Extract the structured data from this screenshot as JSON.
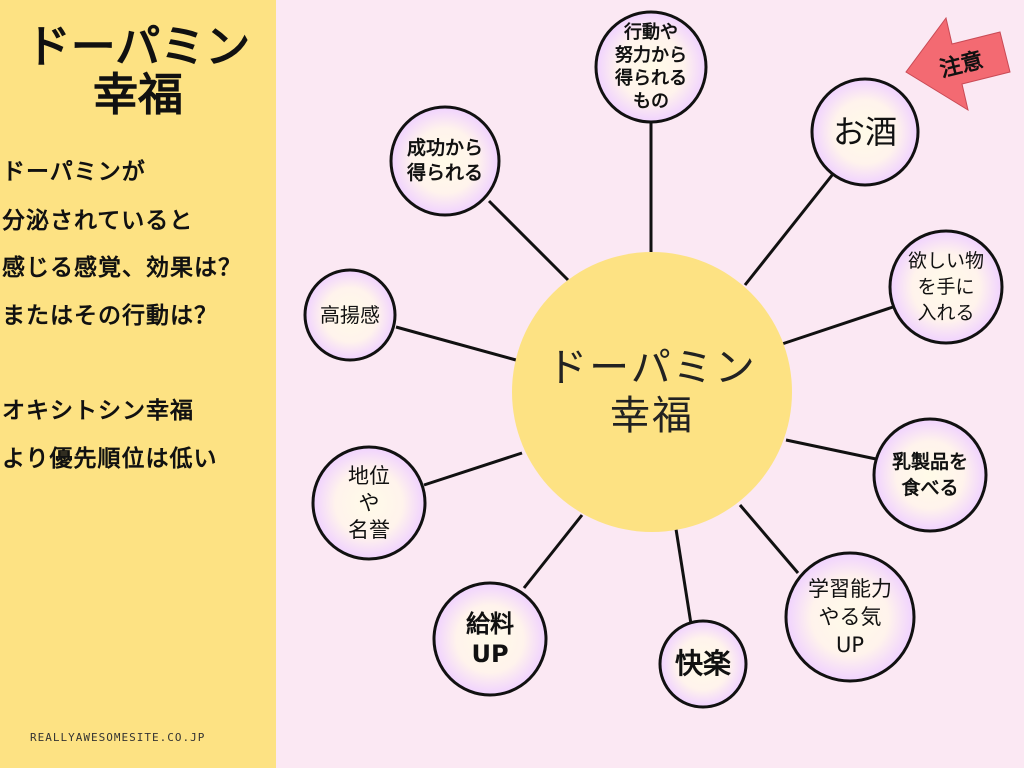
{
  "sidebar": {
    "title_line1": "ドーパミン",
    "title_line2": "幸福",
    "body_lines": [
      "ドーパミンが",
      "分泌されていると",
      "感じる感覚、効果は？",
      "またはその行動は？",
      "",
      "オキシトシン幸福",
      "より優先順位は低い"
    ],
    "footer": "REALLYAWESOMESITE.CO.JP"
  },
  "diagram": {
    "center_label": "ドーパミン\n幸福",
    "caution_label": "注意",
    "nodes": [
      {
        "name": "node-effort-results",
        "label": "行動や\n努力から\n得られる\nもの"
      },
      {
        "name": "node-alcohol",
        "label": "お酒"
      },
      {
        "name": "node-acquire-wanted",
        "label": "欲しい物\nを手に\n入れる"
      },
      {
        "name": "node-dairy",
        "label": "乳製品を\n食べる"
      },
      {
        "name": "node-learning-motivation",
        "label": "学習能力\nやる気\nUP"
      },
      {
        "name": "node-pleasure",
        "label": "快楽"
      },
      {
        "name": "node-salary-up",
        "label": "給料\nUP"
      },
      {
        "name": "node-status-honor",
        "label": "地位\nや\n名誉"
      },
      {
        "name": "node-elation",
        "label": "高揚感"
      },
      {
        "name": "node-from-success",
        "label": "成功から\n得られる"
      }
    ]
  },
  "colors": {
    "background": "#fbe8f3",
    "sidebar": "#fde283",
    "center_circle": "#fde283",
    "node_fill_inner": "#fffbe8",
    "node_fill_outer": "#f1d3ff",
    "outline": "#111111",
    "caution_arrow": "#f36a72"
  }
}
